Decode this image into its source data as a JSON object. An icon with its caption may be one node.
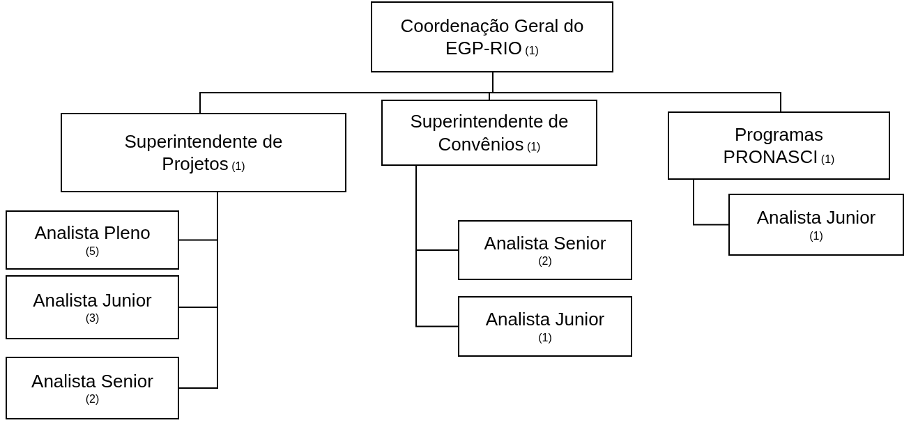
{
  "diagram": {
    "nodes": [
      {
        "text": [
          "Coordenação Geral do EGP-RIO",
          "(1)"
        ]
      },
      {
        "text": [
          "Superintendente de Projetos",
          "(1)"
        ]
      },
      {
        "text": [
          "Superintendente de Convênios",
          "(1)"
        ]
      },
      {
        "text": [
          "Programas PRONASCI",
          "(1)"
        ]
      },
      {
        "text": [
          "Analista Pleno",
          "(5)"
        ]
      },
      {
        "text": [
          "Analista Junior",
          "(3)"
        ]
      },
      {
        "text": [
          "Analista Senior",
          "(2)"
        ]
      },
      {
        "text": [
          "Analista Senior",
          "(2)"
        ]
      },
      {
        "text": [
          "Analista Junior",
          "(1)"
        ]
      },
      {
        "text": [
          "Analista Junior",
          "(1)"
        ]
      }
    ],
    "edges": [
      {
        "from": 0,
        "to": 1,
        "arrow": "none"
      },
      {
        "from": 0,
        "to": 2,
        "arrow": "none"
      },
      {
        "from": 0,
        "to": 3,
        "arrow": "none"
      },
      {
        "from": 1,
        "to": 4,
        "arrow": "none"
      },
      {
        "from": 1,
        "to": 5,
        "arrow": "none"
      },
      {
        "from": 1,
        "to": 6,
        "arrow": "none"
      },
      {
        "from": 2,
        "to": 7,
        "arrow": "none"
      },
      {
        "from": 2,
        "to": 8,
        "arrow": "none"
      },
      {
        "from": 3,
        "to": 9,
        "arrow": "none"
      }
    ]
  }
}
